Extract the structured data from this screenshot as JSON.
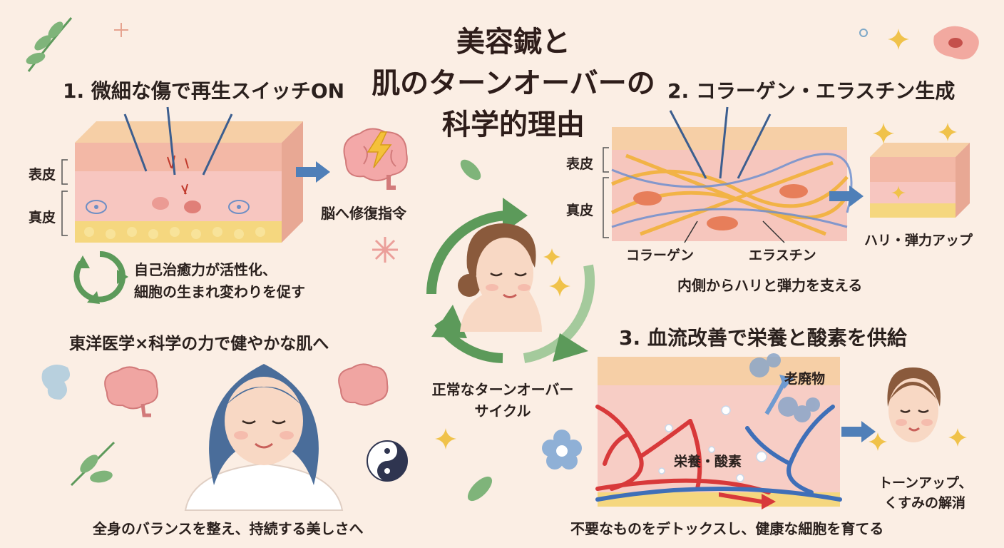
{
  "title": {
    "line1": "美容鍼と",
    "line2": "肌のターンオーバーの",
    "line3": "科学的理由"
  },
  "section1": {
    "heading": "1. 微細な傷で再生スイッチON",
    "label_epidermis": "表皮",
    "label_dermis": "真皮",
    "brain_caption": "脳へ修復指令",
    "desc_line1": "自己治癒力が活性化、",
    "desc_line2": "細胞の生まれ変わりを促す"
  },
  "section2": {
    "heading": "2. コラーゲン・エラスチン生成",
    "label_epidermis": "表皮",
    "label_dermis": "真皮",
    "collagen": "コラーゲン",
    "elastin": "エラスチン",
    "result": "ハリ・弾力アップ",
    "desc": "内側からハリと弾力を支える"
  },
  "section3": {
    "heading": "3. 血流改善で栄養と酸素を供給",
    "waste": "老廃物",
    "nutrients": "栄養・酸素",
    "result_line1": "トーンアップ、",
    "result_line2": "くすみの解消",
    "desc": "不要なものをデトックスし、健康な細胞を育てる"
  },
  "center": {
    "cycle_line1": "正常なターンオーバー",
    "cycle_line2": "サイクル"
  },
  "eastern": {
    "heading": "東洋医学×科学の力で健やかな肌へ",
    "desc": "全身のバランスを整え、持続する美しさへ"
  },
  "colors": {
    "background": "#fbeee4",
    "arrow_blue": "#4f7fb8",
    "cycle_green": "#5c9a5a",
    "blood_red": "#d8393a",
    "vein_blue": "#3f6fb8"
  },
  "icons": [
    "leaf-icon",
    "sparkle-icon",
    "brain-icon",
    "lightning-icon",
    "recycle-icon",
    "yin-yang-icon",
    "needle-icon",
    "cell-icon",
    "flower-icon"
  ]
}
